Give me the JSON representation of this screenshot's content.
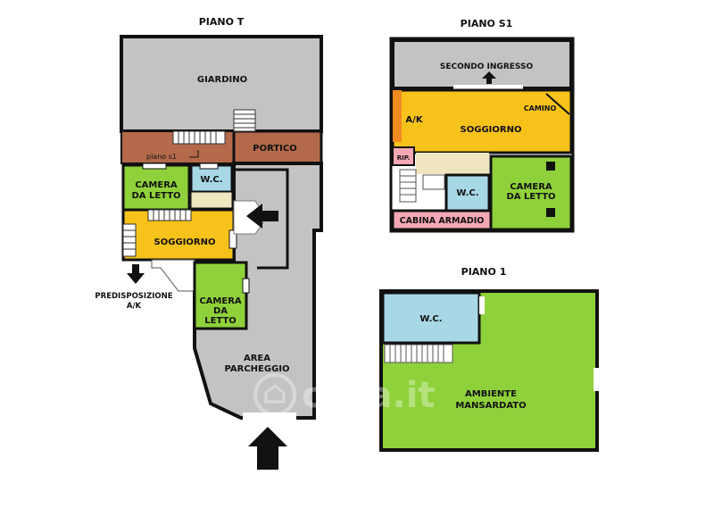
{
  "floors": {
    "piano_t": {
      "title": "PIANO T",
      "rooms": {
        "giardino": "GIARDINO",
        "portico": "PORTICO",
        "piano_s1_note": "piano s1",
        "camera_1_line1": "CAMERA",
        "camera_1_line2": "DA LETTO",
        "wc": "W.C.",
        "soggiorno": "SOGGIORNO",
        "camera_2_line1": "CAMERA",
        "camera_2_line2": "DA",
        "camera_2_line3": "LETTO",
        "area_line1": "AREA",
        "area_line2": "PARCHEGGIO"
      },
      "note_line1": "PREDISPOSIZIONE",
      "note_line2": "A/K"
    },
    "piano_s1": {
      "title": "PIANO S1",
      "rooms": {
        "secondo_ingresso": "SECONDO INGRESSO",
        "camino": "CAMINO",
        "ak": "A/K",
        "soggiorno": "SOGGIORNO",
        "rip": "RIP.",
        "wc": "W.C.",
        "camera_line1": "CAMERA",
        "camera_line2": "DA LETTO",
        "cabina_armadio": "CABINA ARMADIO"
      }
    },
    "piano_1": {
      "title": "PIANO 1",
      "rooms": {
        "wc": "W.C.",
        "ambiente_line1": "AMBIENTE",
        "ambiente_line2": "MANSARDATO"
      }
    }
  },
  "watermark": "casa.it",
  "colors": {
    "garden": "#c3c3c3",
    "portico": "#b46a4a",
    "bedroom": "#8fd13a",
    "living": "#f7c21a",
    "bath": "#a8d8e6",
    "kitchen": "#f08a20",
    "closet": "#f4a8b4",
    "hall": "#efe6c0",
    "wall": "#111111"
  }
}
